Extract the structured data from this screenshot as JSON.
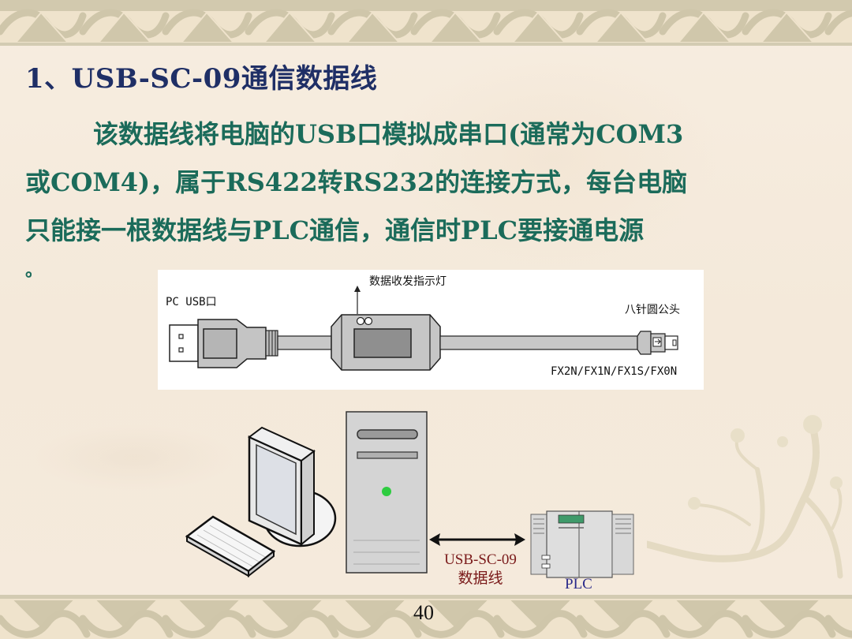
{
  "slide": {
    "title": "1、USB-SC-09通信数据线",
    "paragraph_lines": [
      "该数据线将电脑的USB口模拟成串口(通常为COM3",
      "或COM4)，属于RS422转RS232的连接方式，每台电脑",
      "只能接一根数据线与PLC通信，通信时PLC要接通电源",
      "。"
    ],
    "page_number": "40"
  },
  "cable_diagram": {
    "pc_usb_label": "PC USB口",
    "indicator_label": "数据收发指示灯",
    "connector_label": "八针圆公头",
    "models_label": "FX2N/FX1N/FX1S/FX0N"
  },
  "connection_diagram": {
    "cable_name_line1": "USB-SC-09",
    "cable_name_line2": "数据线",
    "plc_label": "PLC",
    "icons": [
      "monitor-icon",
      "keyboard-icon",
      "pc-tower-icon",
      "double-arrow-icon",
      "plc-unit-icon"
    ]
  },
  "colors": {
    "title": "#1f2f66",
    "body_text": "#1b6b5a",
    "cable_label": "#7a1a1a",
    "plc_label": "#2a2a8a",
    "border": "#d3cbb2",
    "background": "#f6ebdd",
    "power_led": "#2ecc40"
  }
}
